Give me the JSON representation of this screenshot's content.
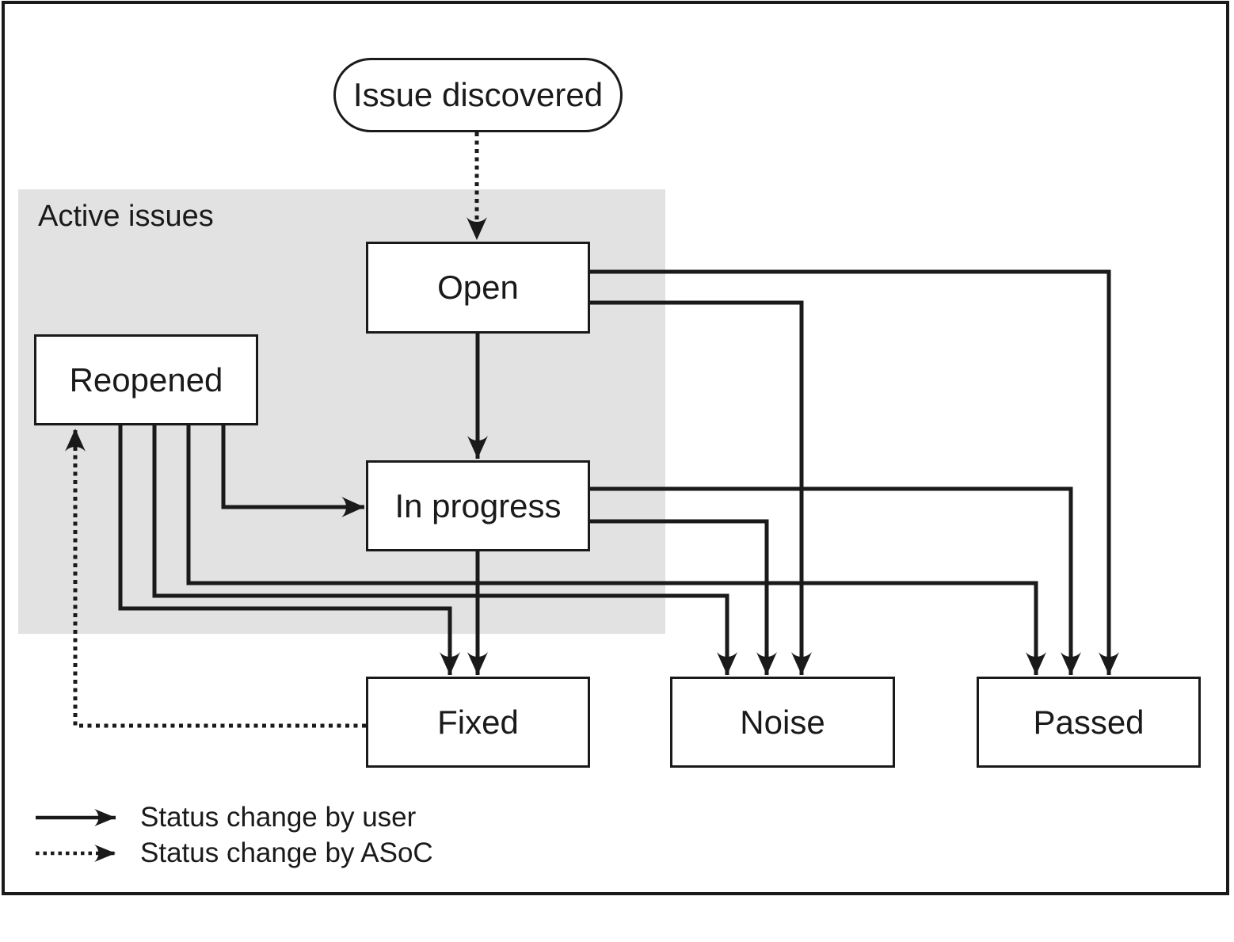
{
  "colors": {
    "ink": "#1a1a1a",
    "region_fill": "#e2e2e2",
    "node_fill": "#ffffff"
  },
  "region": {
    "label": "Active issues"
  },
  "nodes": {
    "issue_discovered": "Issue discovered",
    "open": "Open",
    "reopened": "Reopened",
    "in_progress": "In progress",
    "fixed": "Fixed",
    "noise": "Noise",
    "passed": "Passed"
  },
  "edges": [
    {
      "from": "issue_discovered",
      "to": "open",
      "style": "asoc-dotted"
    },
    {
      "from": "open",
      "to": "in_progress",
      "style": "user-solid"
    },
    {
      "from": "open",
      "to": "noise",
      "style": "user-solid"
    },
    {
      "from": "open",
      "to": "passed",
      "style": "user-solid"
    },
    {
      "from": "in_progress",
      "to": "fixed",
      "style": "user-solid"
    },
    {
      "from": "in_progress",
      "to": "noise",
      "style": "user-solid"
    },
    {
      "from": "in_progress",
      "to": "passed",
      "style": "user-solid"
    },
    {
      "from": "reopened",
      "to": "in_progress",
      "style": "user-solid"
    },
    {
      "from": "reopened",
      "to": "fixed",
      "style": "user-solid"
    },
    {
      "from": "reopened",
      "to": "noise",
      "style": "user-solid"
    },
    {
      "from": "reopened",
      "to": "passed",
      "style": "user-solid"
    },
    {
      "from": "fixed",
      "to": "reopened",
      "style": "asoc-dotted"
    }
  ],
  "legend": [
    {
      "style": "solid",
      "label": "Status change by user"
    },
    {
      "style": "dotted",
      "label": "Status change by ASoC"
    }
  ]
}
